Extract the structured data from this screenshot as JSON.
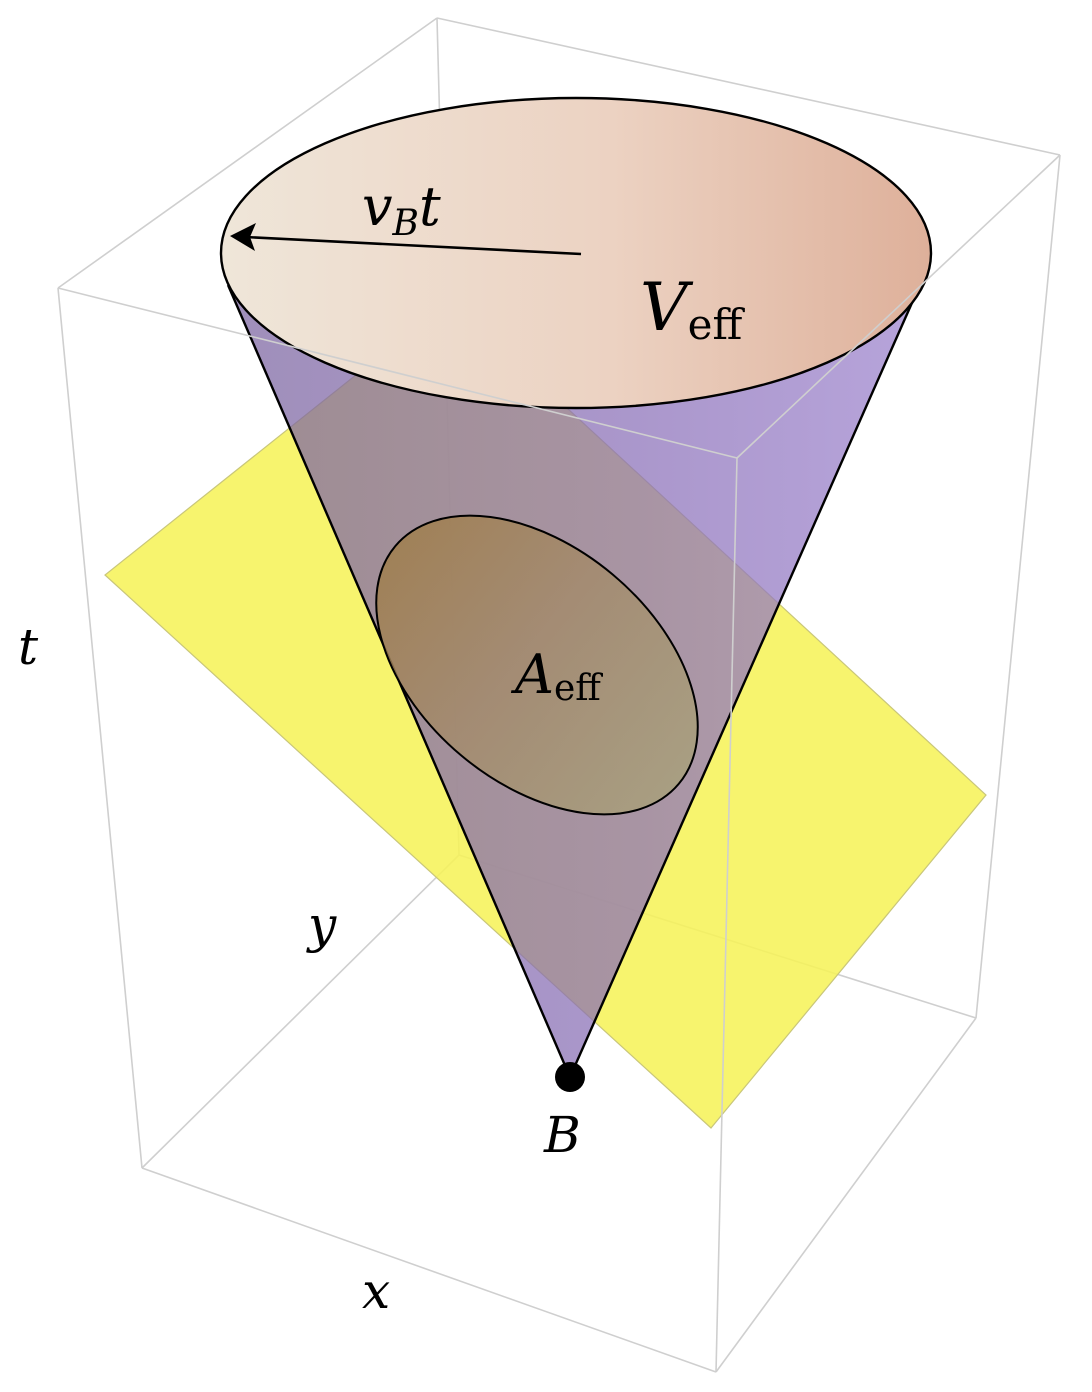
{
  "labels": {
    "axis_t": "t",
    "axis_x": "x",
    "axis_y": "y",
    "radius_main": "v",
    "radius_sub": "B",
    "radius_tail": "t",
    "volume_main": "V",
    "volume_sub": "eff",
    "area_main": "A",
    "area_sub": "eff",
    "apex": "B"
  },
  "colors": {
    "box_edges": "#cfcfcf",
    "plane": "#f6f25a",
    "cone_body": "#7d66b8",
    "top_disk_left": "#efe6d9",
    "top_disk_right": "#e0b49c",
    "outline": "#000000"
  }
}
